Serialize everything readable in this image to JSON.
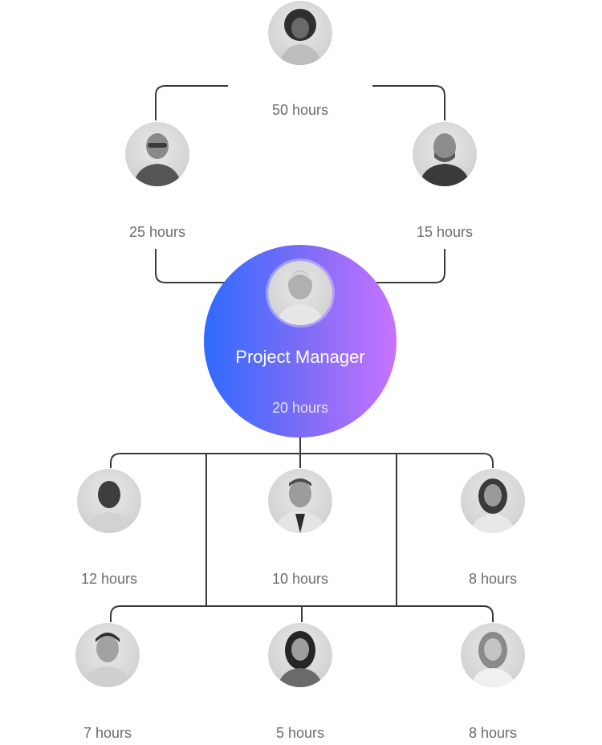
{
  "colors": {
    "line": "#3a3a3a",
    "hours_text": "#6b6b6b",
    "gradient_start": "#2f6bff",
    "gradient_end": "#c873ff"
  },
  "top": {
    "hours": "50 hours"
  },
  "left_mid": {
    "hours": "25 hours"
  },
  "right_mid": {
    "hours": "15 hours"
  },
  "manager": {
    "title": "Project Manager",
    "hours": "20 hours"
  },
  "row1": [
    {
      "hours": "12 hours"
    },
    {
      "hours": "10 hours"
    },
    {
      "hours": "8 hours"
    }
  ],
  "row2": [
    {
      "hours": "7 hours"
    },
    {
      "hours": "5 hours"
    },
    {
      "hours": "8 hours"
    }
  ]
}
